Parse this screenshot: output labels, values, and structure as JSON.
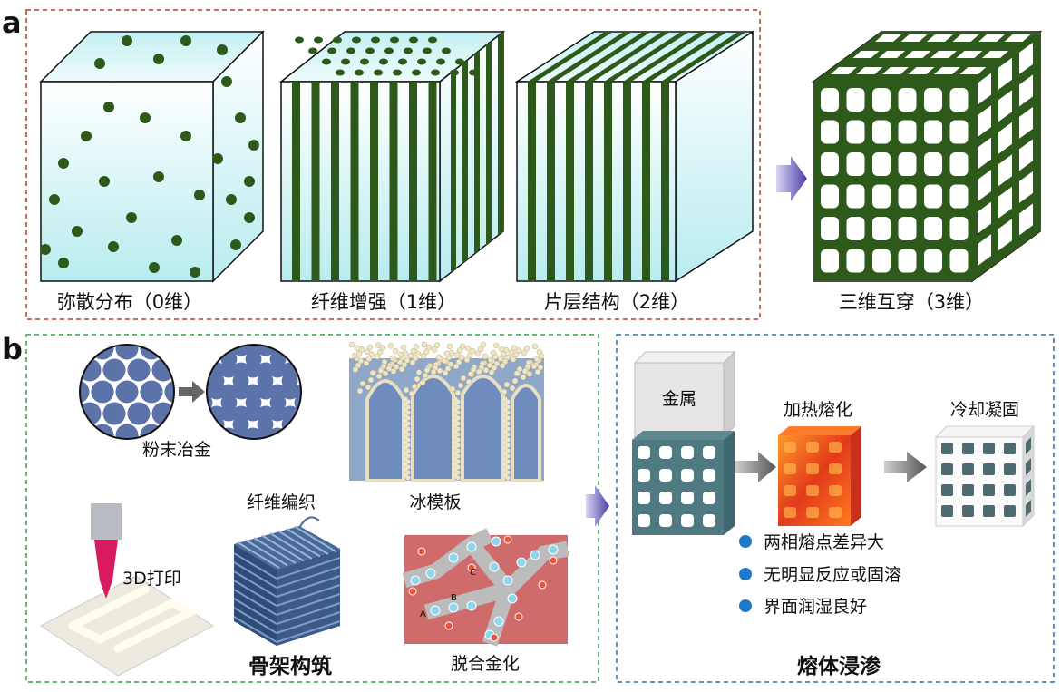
{
  "panel_a": {
    "label": "a",
    "captions": [
      "弥散分布（0维）",
      "纤维增强（1维）",
      "片层结构（2维）",
      "三维互穿（3维）"
    ]
  },
  "panel_b": {
    "label": "b",
    "scaffold": {
      "title": "骨架构筑",
      "methods": [
        "粉末冶金",
        "冰模板",
        "纤维编织",
        "3D打印",
        "脱合金化"
      ],
      "dealloy_markers": [
        "A",
        "B",
        "C"
      ]
    },
    "infiltration": {
      "title": "熔体浸渗",
      "metal_label": "金属",
      "steps": [
        "加热熔化",
        "冷却凝固"
      ],
      "conditions": [
        "两相熔点差异大",
        "无明显反应或固溶",
        "界面润湿良好"
      ]
    }
  },
  "colors": {
    "green": "#2d5a1b",
    "cyan": "#bfeef0",
    "red_border": "#c0392b",
    "green_border": "#2e9e4f",
    "blue_border": "#2f6fa8",
    "bullet": "#1f78c8",
    "blue_solid": "#5b73a8",
    "arrow": "#6a62b8"
  }
}
